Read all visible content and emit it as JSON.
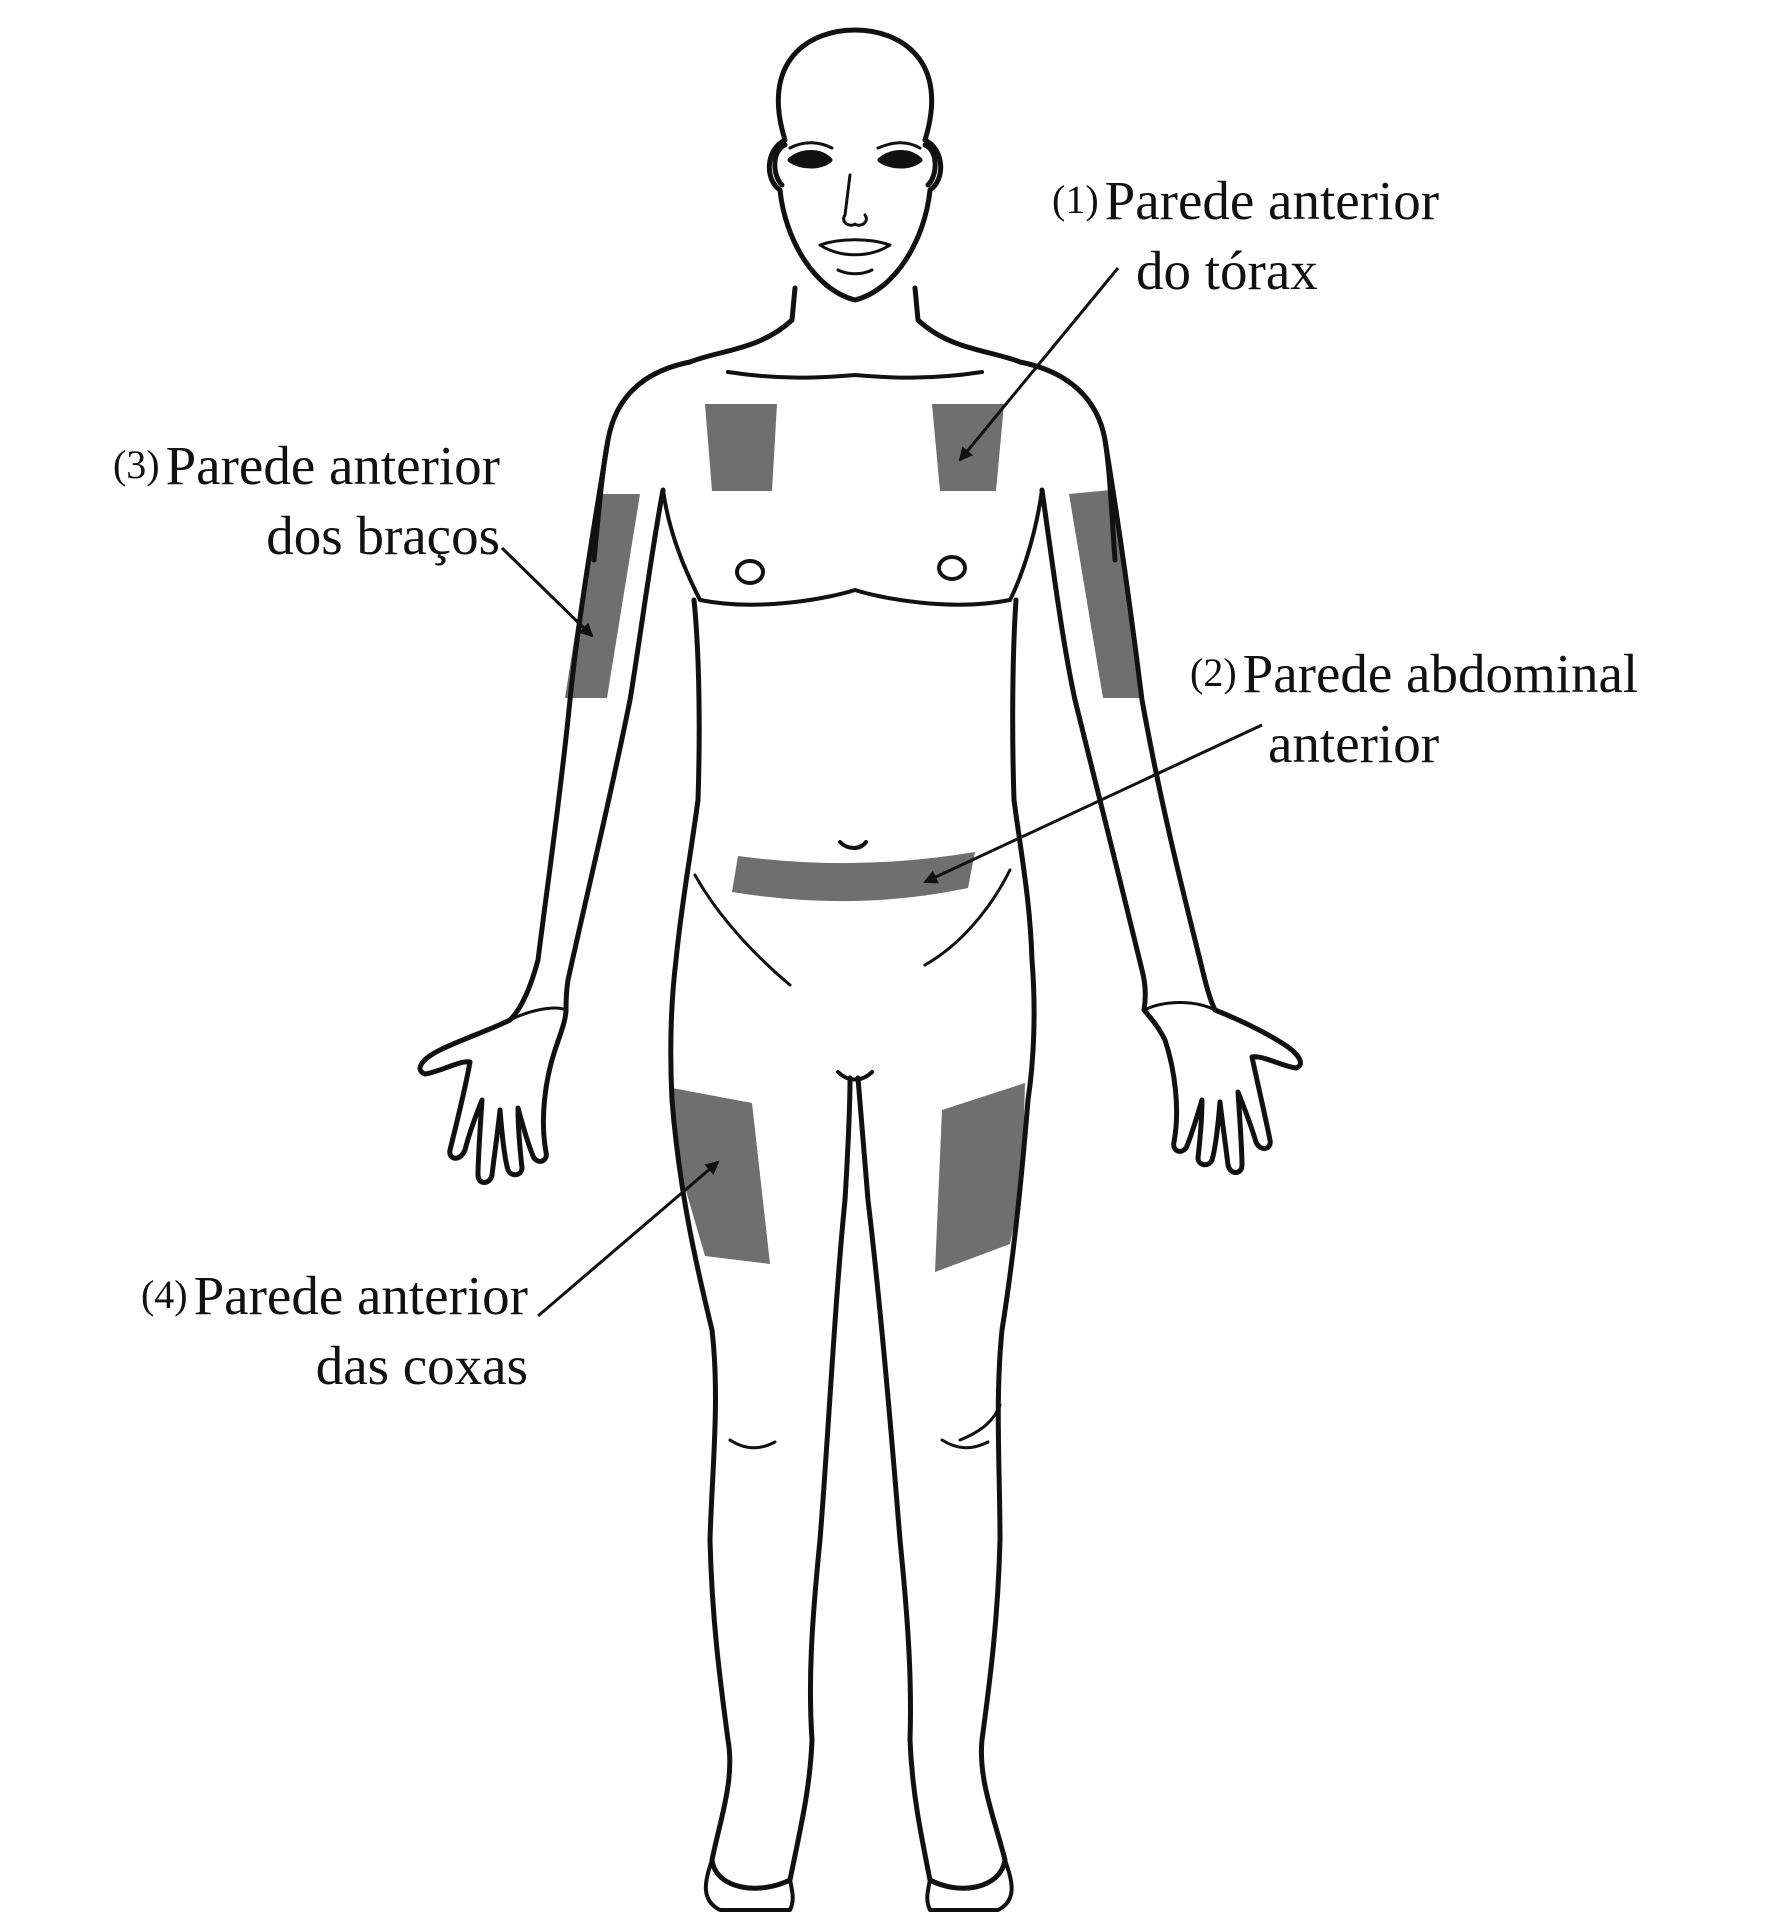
{
  "colors": {
    "outline": "#111111",
    "zone": "#6f6f6f",
    "background": "#ffffff"
  },
  "labels": {
    "chest": {
      "number": "(1)",
      "line1": "Parede anterior",
      "line2": "do tórax"
    },
    "abdomen": {
      "number": "(2)",
      "line1": "Parede abdominal",
      "line2": "anterior"
    },
    "arms": {
      "number": "(3)",
      "line1": "Parede anterior",
      "line2": "dos braços"
    },
    "thighs": {
      "number": "(4)",
      "line1": "Parede anterior",
      "line2": "das coxas"
    }
  }
}
